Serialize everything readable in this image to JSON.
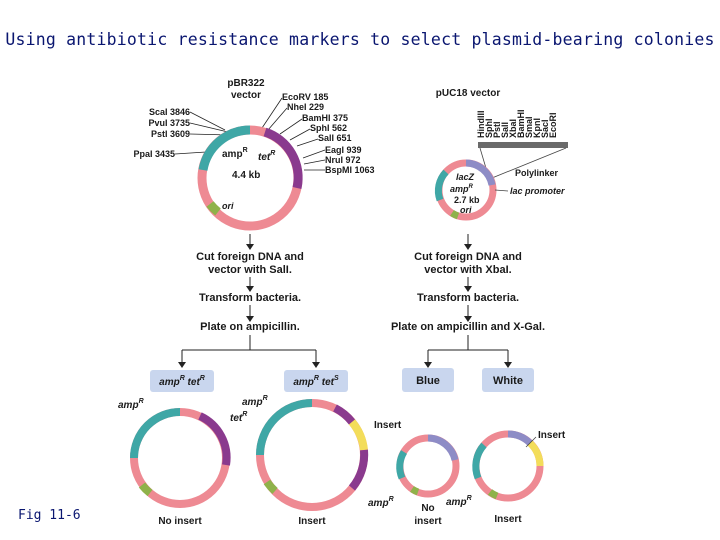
{
  "title": "Using antibiotic resistance markers to select plasmid-bearing colonies",
  "figure_label": "Fig 11-6",
  "colors": {
    "title": "#0a1670",
    "teal": "#3fa7a6",
    "pink": "#ee8a93",
    "purple": "#8a3a8e",
    "yellow": "#f3dd5a",
    "green": "#8fb24a",
    "lavender": "#8e8cc6",
    "box": "#c9d6ee"
  },
  "left": {
    "vector_name_1": "pBR322",
    "vector_name_2": "vector",
    "sites_left": [
      "ScaI 3846",
      "PvuI 3735",
      "PstI 3609",
      "PpaI 3435"
    ],
    "sites_right": [
      "EcoRV 185",
      "NheI 229",
      "BamHI 375",
      "SphI 562",
      "SalI 651",
      "EagI 939",
      "NruI 972",
      "BspMI 1063"
    ],
    "amp": "amp",
    "tet": "tet",
    "sup": "R",
    "size": "4.4 kb",
    "ori": "ori",
    "step1a": "Cut foreign DNA and",
    "step1b": "vector with SalI.",
    "step2": "Transform bacteria.",
    "step3": "Plate on ampicillin.",
    "result1": "amp",
    "result1_tet": "tet",
    "result1_sup1": "R",
    "result1_sup2": "R",
    "result2": "amp",
    "result2_tet": "tet",
    "result2_sup1": "R",
    "result2_sup2": "S",
    "no_insert": "No insert",
    "insert": "Insert",
    "insert_label": "Insert"
  },
  "right": {
    "vector_name": "pUC18 vector",
    "polylinker_sites": [
      "HindIII",
      "SphI",
      "PstI",
      "SalI",
      "XbaI",
      "BamHI",
      "SmaI",
      "KpnI",
      "SacI",
      "EcoRI"
    ],
    "polylinker": "Polylinker",
    "lac_promoter": "lac promoter",
    "lacz": "lacZ",
    "amp": "amp",
    "sup": "R",
    "size": "2.7 kb",
    "ori": "ori",
    "step1a": "Cut foreign DNA and",
    "step1b": "vector with XbaI.",
    "step2": "Transform bacteria.",
    "step3": "Plate on ampicillin and X-Gal.",
    "result_blue": "Blue",
    "result_white": "White",
    "no_insert_1": "No",
    "no_insert_2": "insert",
    "insert": "Insert",
    "insert_label": "Insert"
  }
}
